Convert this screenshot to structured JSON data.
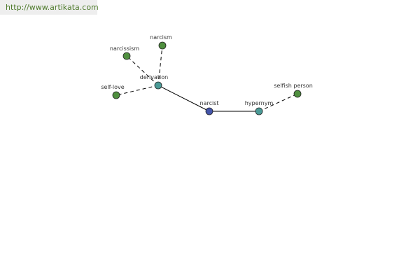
{
  "banner": {
    "url": "http://www.artikata.com"
  },
  "colors": {
    "banner_text": "#4d7a2a",
    "banner_bg": "#eeeeee",
    "word_node": "#4f8f3f",
    "relation_node": "#4a9a96",
    "center_node": "#4455aa",
    "edge": "#000000"
  },
  "graph": {
    "nodes": [
      {
        "id": "narcist",
        "label": "narcist",
        "kind": "center"
      },
      {
        "id": "hypernym",
        "label": "hypernym",
        "kind": "relation"
      },
      {
        "id": "derivation",
        "label": "derivation",
        "kind": "relation"
      },
      {
        "id": "selfish-person",
        "label": "selfish person",
        "kind": "word"
      },
      {
        "id": "narcissism",
        "label": "narcissism",
        "kind": "word"
      },
      {
        "id": "narcism",
        "label": "narcism",
        "kind": "word"
      },
      {
        "id": "self-love",
        "label": "self-love",
        "kind": "word"
      }
    ],
    "edges": [
      {
        "from": "narcist",
        "to": "derivation",
        "style": "solid"
      },
      {
        "from": "narcist",
        "to": "hypernym",
        "style": "solid"
      },
      {
        "from": "hypernym",
        "to": "selfish-person",
        "style": "dashed"
      },
      {
        "from": "derivation",
        "to": "narcissism",
        "style": "dashed"
      },
      {
        "from": "derivation",
        "to": "narcism",
        "style": "dashed"
      },
      {
        "from": "derivation",
        "to": "self-love",
        "style": "dashed"
      }
    ]
  }
}
